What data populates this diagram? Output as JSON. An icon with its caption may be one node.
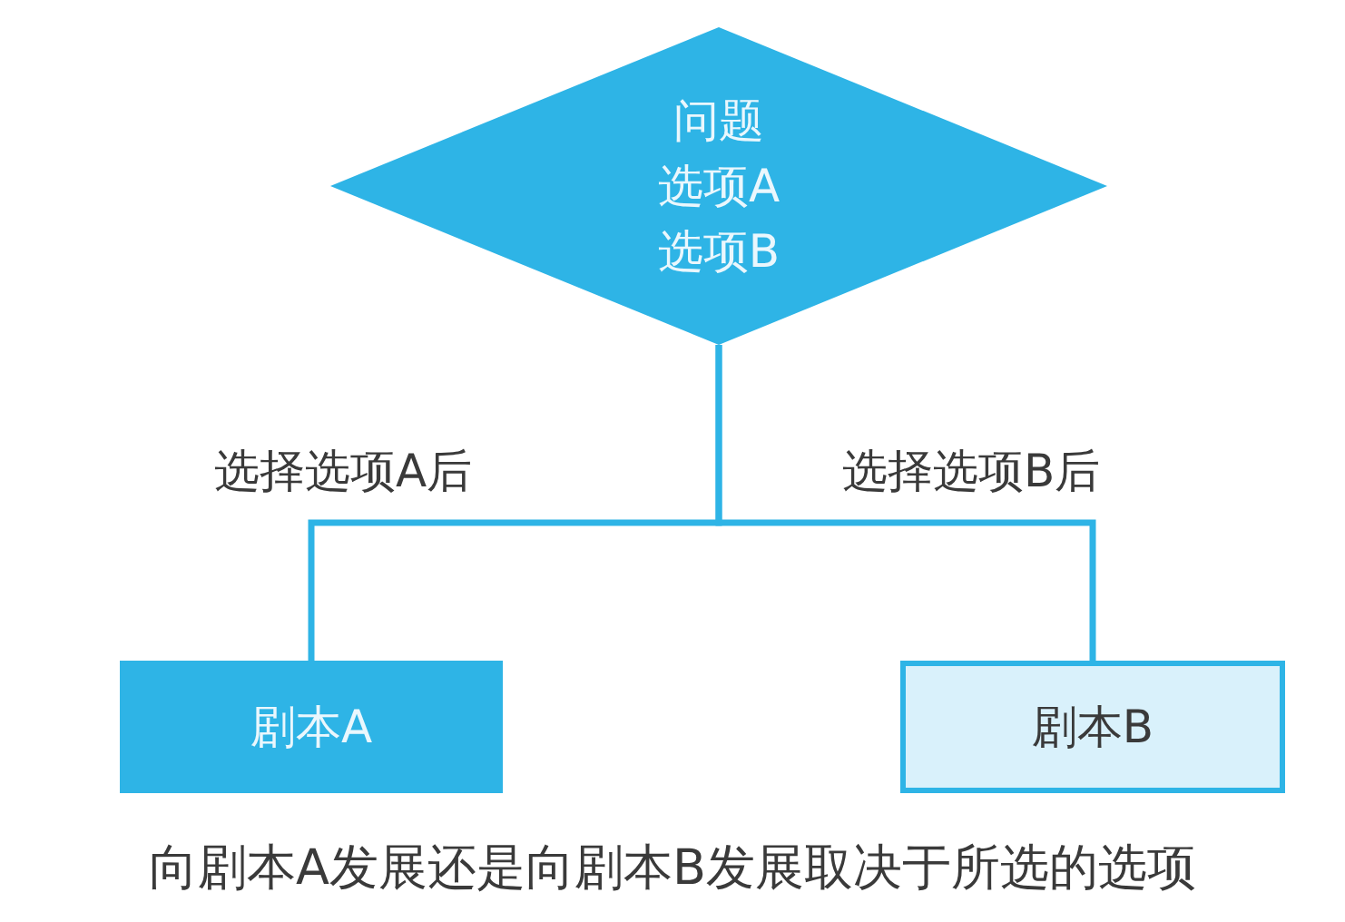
{
  "diagram": {
    "caption": "向剧本A发展还是向剧本B发展取决于所选的选项",
    "nodes": [
      {
        "text": [
          "问题",
          "选项A",
          "选项B"
        ]
      },
      {
        "text": [
          "剧本A"
        ]
      },
      {
        "text": [
          "剧本B"
        ]
      }
    ],
    "edges": [
      {
        "from": 0,
        "to": 1,
        "arrow": "none",
        "label": "选择选项A后"
      },
      {
        "from": 0,
        "to": 2,
        "arrow": "none",
        "label": "选择选项B后"
      }
    ]
  }
}
